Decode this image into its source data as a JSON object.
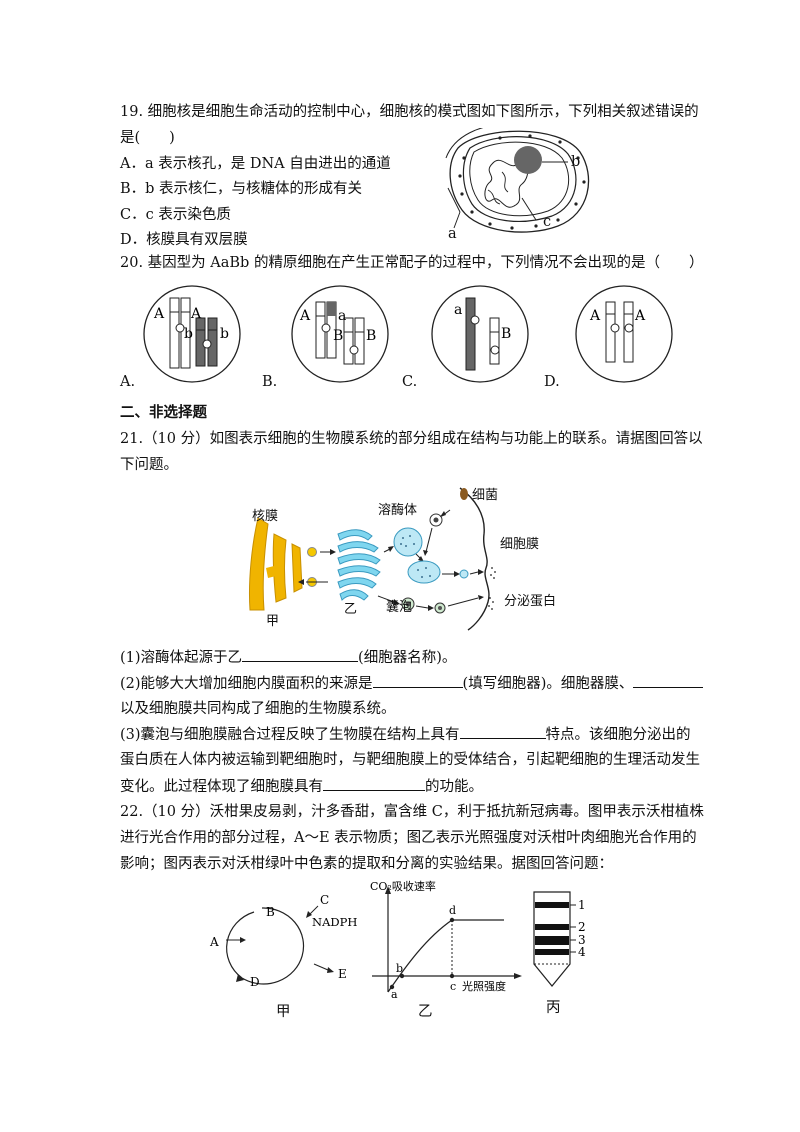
{
  "q19": {
    "stem_line1": "19. 细胞核是细胞生命活动的控制中心，细胞核的模式图如下图所示，下列相关叙述错误的",
    "stem_line2": "是(　　)",
    "options": [
      "A．a 表示核孔，是 DNA 自由进出的通道",
      "B．b 表示核仁，与核糖体的形成有关",
      "C．c 表示染色质",
      "D．核膜具有双层膜"
    ],
    "figure_labels": {
      "a": "a",
      "b": "b",
      "c": "c"
    }
  },
  "q20": {
    "stem": "20. 基因型为 AaBb 的精原细胞在产生正常配子的过程中，下列情况不会出现的是（　　）",
    "option_letters": [
      "A.",
      "B.",
      "C.",
      "D."
    ],
    "gene_labels": {
      "A": [
        "A",
        "A",
        "b",
        "b"
      ],
      "B": [
        "A",
        "a",
        "B",
        "B"
      ],
      "C": [
        "a",
        "B"
      ],
      "D": [
        "A",
        "A"
      ]
    }
  },
  "section2": {
    "title": "二、非选择题"
  },
  "q21": {
    "stem_line1": "21.（10 分）如图表示细胞的生物膜系统的部分组成在结构与功能上的联系。请据图回答以",
    "stem_line2": "下问题。",
    "figure_labels": {
      "nuclear_membrane": "核膜",
      "lysosome": "溶酶体",
      "bacteria": "细菌",
      "cell_membrane": "细胞膜",
      "vesicle": "囊泡",
      "secreted_protein": "分泌蛋白",
      "jia": "甲",
      "yi": "乙"
    },
    "sub1_pre": "(1)溶酶体起源于乙",
    "sub1_post": "(细胞器名称)。",
    "sub2_pre": "(2)能够大大增加细胞内膜面积的来源是",
    "sub2_mid": "(填写细胞器)。细胞器膜、",
    "sub2_line2": "以及细胞膜共同构成了细胞的生物膜系统。",
    "sub3_pre": "(3)囊泡与细胞膜融合过程反映了生物膜在结构上具有",
    "sub3_post": "特点。该细胞分泌出的",
    "sub3_line2": "蛋白质在人体内被运输到靶细胞时，与靶细胞膜上的受体结合，引起靶细胞的生理活动发生",
    "sub3_line3_pre": "变化。此过程体现了细胞膜具有",
    "sub3_line3_post": "的功能。"
  },
  "q22": {
    "stem_line1": "22.（10 分）沃柑果皮易剥，汁多香甜，富含维 C，利于抵抗新冠病毒。图甲表示沃柑植株",
    "stem_line2": "进行光合作用的部分过程，A～E 表示物质；图乙表示光照强度对沃柑叶肉细胞光合作用的",
    "stem_line3": "影响；图丙表示对沃柑绿叶中色素的提取和分离的实验结果。据图回答问题：",
    "fig_jia": {
      "A": "A",
      "B": "B",
      "C": "C",
      "D": "D",
      "E": "E",
      "NADPH": "NADPH",
      "caption": "甲"
    },
    "fig_yi": {
      "ylabel": "CO₂吸收速率",
      "xlabel": "光照强度",
      "a": "a",
      "b": "b",
      "c": "c",
      "d": "d",
      "caption": "乙"
    },
    "fig_bing": {
      "bands": [
        "1",
        "2",
        "3",
        "4"
      ],
      "caption": "丙"
    }
  }
}
